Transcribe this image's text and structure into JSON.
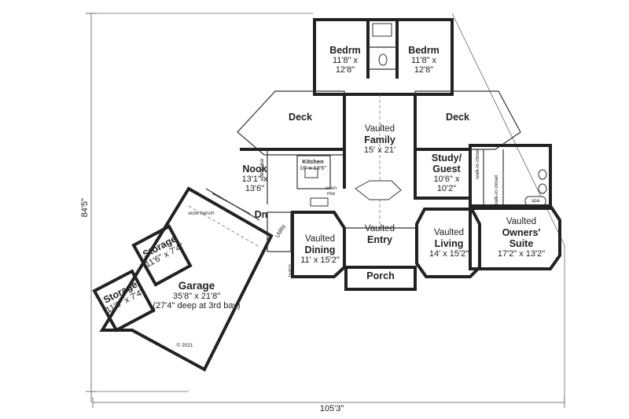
{
  "rooms": {
    "bedroom_left": {
      "name": "Bedrm",
      "size_line1": "11'8\" x",
      "size_line2": "12'8\""
    },
    "bedroom_right": {
      "name": "Bedrm",
      "size_line1": "11'8\" x",
      "size_line2": "12'8\""
    },
    "deck_left": {
      "name": "Deck"
    },
    "deck_right": {
      "name": "Deck"
    },
    "family": {
      "prefix": "Vaulted",
      "name": "Family",
      "size": "15' x 21'"
    },
    "kitchen": {
      "name": "Kitchen",
      "size": "16' x 13'6\""
    },
    "nook": {
      "name": "Nook",
      "size_line1": "13'1\" x",
      "size_line2": "13'6\""
    },
    "study": {
      "name_line1": "Study/",
      "name_line2": "Guest",
      "size_line1": "10'6\" x",
      "size_line2": "10'2\""
    },
    "dining": {
      "prefix": "Vaulted",
      "name": "Dining",
      "size": "11' x 15'2\""
    },
    "entry": {
      "prefix": "Vaulted",
      "name": "Entry"
    },
    "living": {
      "prefix": "Vaulted",
      "name": "Living",
      "size": "14' x 15'2\""
    },
    "owners_suite": {
      "prefix": "Vaulted",
      "name_line1": "Owners'",
      "name_line2": "Suite",
      "size": "17'2\" x 13'2\""
    },
    "porch": {
      "name": "Porch"
    },
    "garage": {
      "name": "Garage",
      "size_line1": "35'8\" x 21'8\"",
      "size_line2": "(27'4\" deep at 3rd bay)"
    },
    "storage_upper": {
      "name": "Storage",
      "size": "11'6\" x 7'4\""
    },
    "storage_lower": {
      "name": "Storage",
      "size": "11'6\" x 7'4\""
    },
    "utility": {
      "name": "Utility"
    }
  },
  "small_labels": {
    "eating_bar": "eating bar",
    "oven_mw_line1": "oven",
    "oven_mw_line2": "mw",
    "work_bench": "work bench",
    "down": "Dn",
    "hutch": "hutch",
    "walk_in_closet": "walk-in closet",
    "walk_in_closet_2": "walk-in closet",
    "spa": "spa"
  },
  "dimensions": {
    "width": "105'3\"",
    "depth": "84'5\""
  },
  "copyright": "© 2021"
}
